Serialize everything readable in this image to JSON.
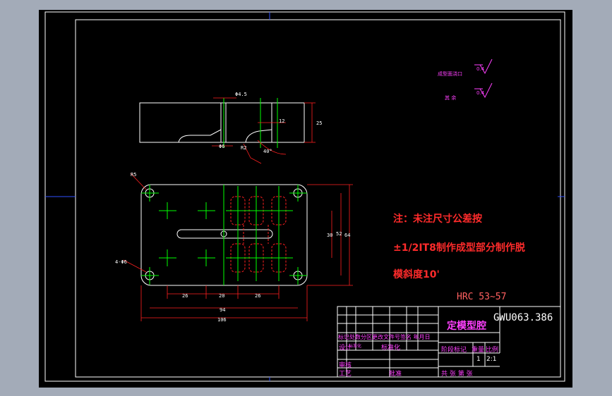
{
  "notes": {
    "line1": "注：未注尺寸公差按",
    "line2": "±1/2IT8制作成型部分制作脱",
    "line3": "模斜度10'"
  },
  "hardness": "HRC 53~57",
  "roughness": {
    "label1": "成型面浇口",
    "value1": "0.4",
    "label2": "其 余",
    "value2": "0.4"
  },
  "title_block": {
    "part_name": "定模型腔",
    "drawing_code": "GWU063.386",
    "row1": "标记处数分区更改文件号签名 年月日",
    "designer_label": "设计",
    "designer_name": "标准化",
    "standardize_label": "标准化",
    "stage_label": "阶段标记",
    "weight_label": "重量",
    "scale_label": "比例",
    "qty": "1",
    "scale": "2:1",
    "review_label": "审核",
    "process_label": "工艺",
    "approve_label": "批准",
    "sheet_text": "共  张  第  张"
  },
  "dimensions": {
    "d1": "Φ4.5",
    "d2": "25",
    "d3": "12",
    "d4": "Φ6",
    "d5": "40°",
    "d6": "R2",
    "d7": "26",
    "d8": "20",
    "d9": "26",
    "d10": "94",
    "d11": "106",
    "d12": "30",
    "d13": "52",
    "d14": "64",
    "d15": "R5",
    "d16": "4-Φ6"
  }
}
